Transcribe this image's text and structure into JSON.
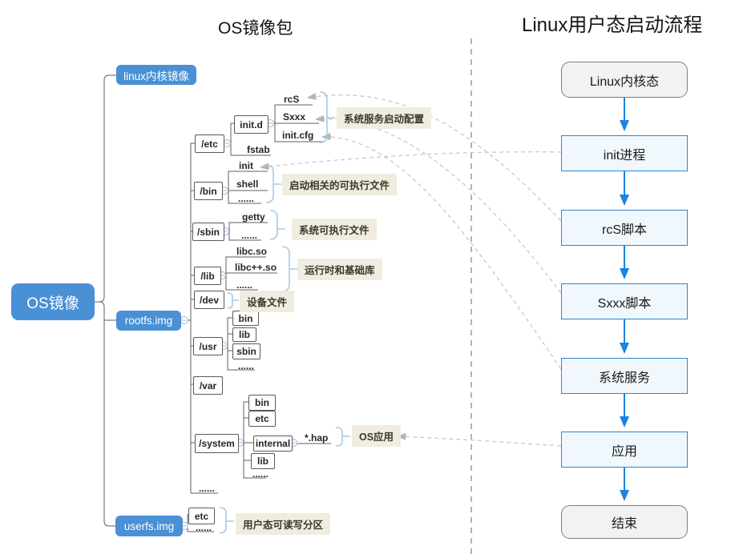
{
  "titles": {
    "os_package": "OS镜像包",
    "boot_flow": "Linux用户态启动流程"
  },
  "tree": {
    "os_image": "OS镜像",
    "kernel_image": "linux内核镜像",
    "rootfs_image": "rootfs.img",
    "userfs_image": "userfs.img",
    "etc": "/etc",
    "init_d": "init.d",
    "rcs": "rcS",
    "sxxx": "Sxxx",
    "init_cfg": "init.cfg",
    "fstab": "fstab",
    "bin": "/bin",
    "init": "init",
    "shell": "shell",
    "sbin": "/sbin",
    "getty": "getty",
    "lib": "/lib",
    "libc_so": "libc.so",
    "libcpp_so": "libc++.so",
    "dev": "/dev",
    "usr": "/usr",
    "usr_bin": "bin",
    "usr_lib": "lib",
    "usr_sbin": "sbin",
    "var": "/var",
    "system": "/system",
    "sys_bin": "bin",
    "sys_etc": "etc",
    "sys_internal": "internal",
    "sys_lib": "lib",
    "hap": "*.hap",
    "userfs_etc": "etc",
    "ellipsis": "......"
  },
  "annotations": {
    "service_boot_config": "系统服务启动配置",
    "boot_executables": "启动相关的可执行文件",
    "system_executables": "系统可执行文件",
    "runtime_base_libs": "运行时和基础库",
    "device_files": "设备文件",
    "os_app": "OS应用",
    "user_rw_partition": "用户态可读写分区"
  },
  "flow": {
    "nodes": [
      {
        "label": "Linux内核态",
        "type": "terminal"
      },
      {
        "label": "init进程",
        "type": "process"
      },
      {
        "label": "rcS脚本",
        "type": "process"
      },
      {
        "label": "Sxxx脚本",
        "type": "process"
      },
      {
        "label": "系统服务",
        "type": "process"
      },
      {
        "label": "应用",
        "type": "process"
      },
      {
        "label": "结束",
        "type": "terminal"
      }
    ]
  },
  "colors": {
    "blue_node": "#4a90d5",
    "flow_border": "#2a86d3",
    "flow_fill": "#f0f8fe",
    "arrow_blue": "#1b84e0",
    "tag_bg": "#f0ecdf",
    "bracket_blue": "#a3cbe8",
    "tree_line": "#5f5f5f",
    "dashed_link": "#c9c9c9"
  }
}
